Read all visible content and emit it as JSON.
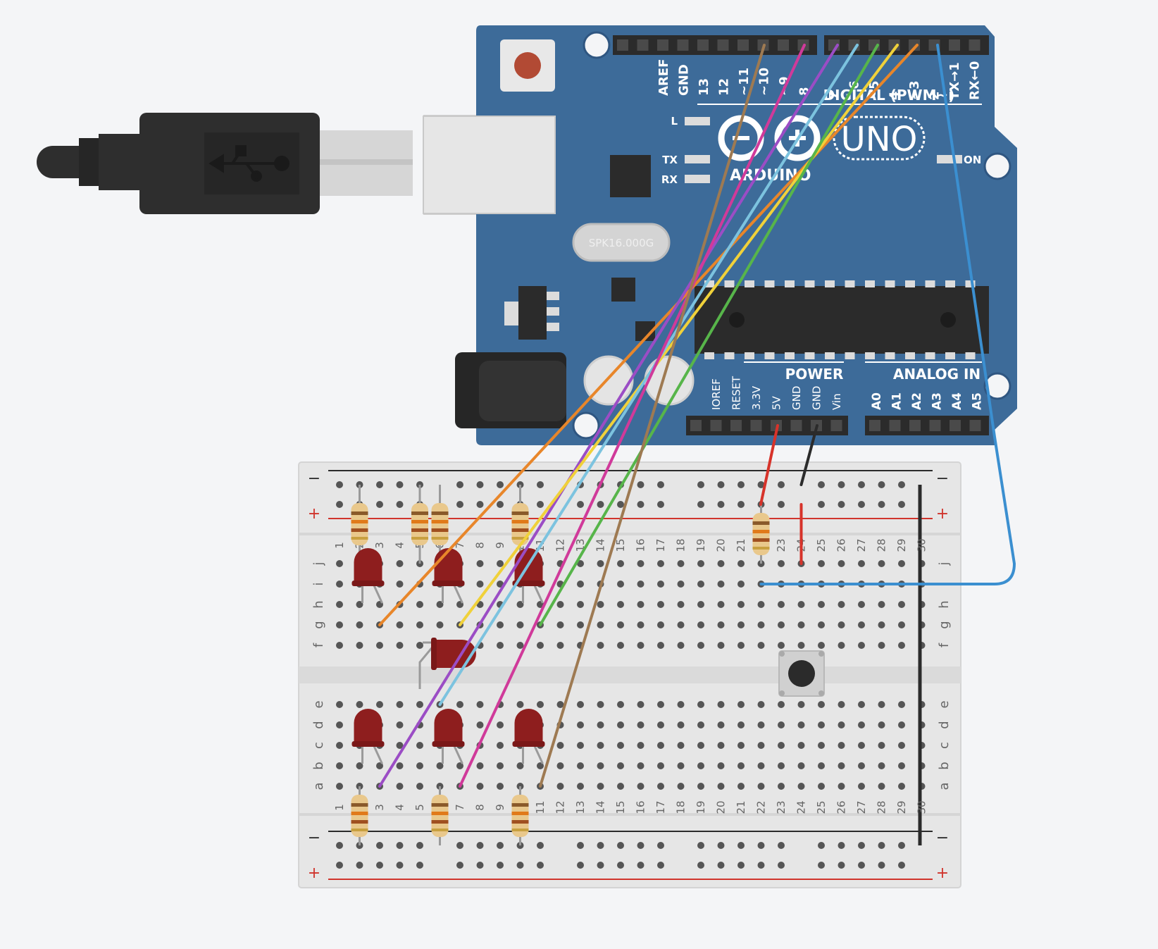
{
  "colors": {
    "background": "#f4f5f7",
    "board": "#3d6b99",
    "board_dark": "#2f5681",
    "board_text": "#ffffff",
    "header": "#2b2b2b",
    "breadboard": "#e6e6e6",
    "rail_red": "#d0342c",
    "rail_black": "#2b2b2b",
    "led": "#8e1e1e",
    "resistor": "#e9c88c",
    "usb_plug": "#2e2e2e",
    "usb_metal": "#d6d6d6"
  },
  "arduino": {
    "logo_text": "UNO",
    "brand_text": "ARDUINO",
    "crystal_text": "SPK16.000G",
    "top_pins": [
      "AREF",
      "GND",
      "13",
      "12",
      "~11",
      "~10",
      "~9",
      "8",
      "7",
      "~6",
      "~5",
      "4",
      "~3",
      "2",
      "TX→1",
      "RX←0"
    ],
    "digital_label": "DIGITAL (PWM~)",
    "leds": [
      "L",
      "TX",
      "RX"
    ],
    "on_label": "ON",
    "power_label": "POWER",
    "analog_label": "ANALOG IN",
    "power_pins": [
      "IOREF",
      "RESET",
      "3.3V",
      "5V",
      "GND",
      "GND",
      "Vin"
    ],
    "analog_pins": [
      "A0",
      "A1",
      "A2",
      "A3",
      "A4",
      "A5"
    ]
  },
  "breadboard": {
    "rail_minus": "−",
    "rail_plus": "+",
    "rows_upper": [
      "j",
      "i",
      "h",
      "g",
      "f"
    ],
    "rows_lower": [
      "e",
      "d",
      "c",
      "b",
      "a"
    ],
    "column_numbers": [
      "1",
      "2",
      "3",
      "4",
      "5",
      "6",
      "7",
      "8",
      "9",
      "10",
      "11",
      "12",
      "13",
      "14",
      "15",
      "16",
      "17",
      "18",
      "19",
      "20",
      "21",
      "22",
      "23",
      "24",
      "25",
      "26",
      "27",
      "28",
      "29",
      "30"
    ]
  },
  "wires": [
    {
      "color": "#e8862a"
    },
    {
      "color": "#9b4dc5"
    },
    {
      "color": "#f0d13a"
    },
    {
      "color": "#7cc3df"
    },
    {
      "color": "#d03a9a"
    },
    {
      "color": "#57b54a"
    },
    {
      "color": "#9e7a52"
    },
    {
      "color": "#3b8fd0"
    },
    {
      "color": "#d7332a"
    },
    {
      "color": "#2b2b2b"
    }
  ]
}
